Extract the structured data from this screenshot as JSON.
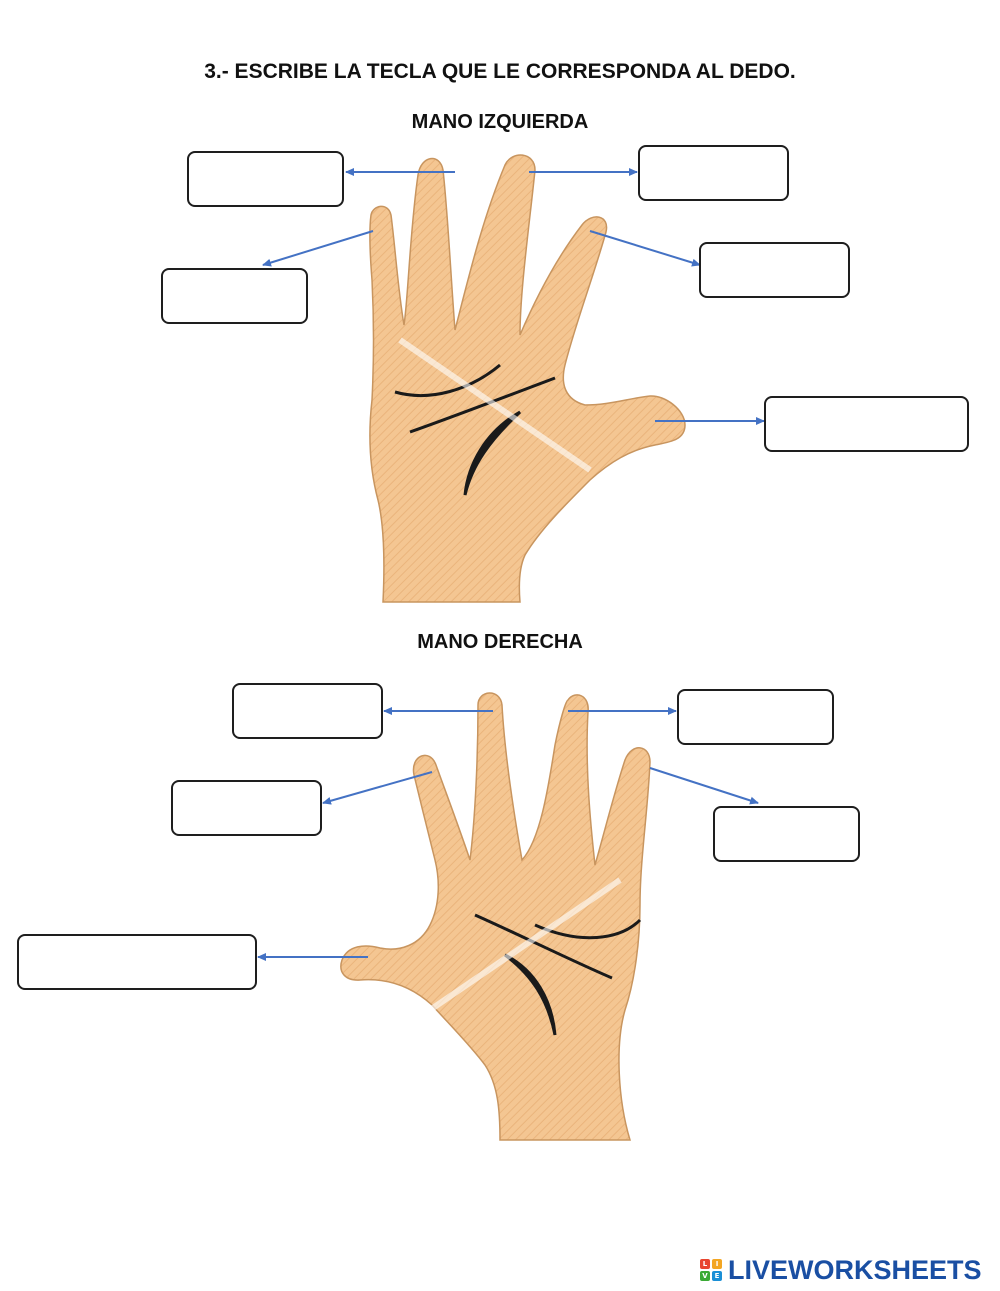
{
  "worksheet": {
    "title": "3.- ESCRIBE LA TECLA QUE LE CORRESPONDA AL DEDO.",
    "left_hand_label": "MANO IZQUIERDA",
    "right_hand_label": "MANO DERECHA"
  },
  "answers": {
    "left_index": "",
    "left_middle": "",
    "left_ring": "",
    "left_pinky": "",
    "left_thumb": "",
    "right_index": "",
    "right_middle": "",
    "right_ring": "",
    "right_pinky": "",
    "right_thumb": ""
  },
  "colors": {
    "skin": "#f4c692",
    "skin_shade": "#e3a970",
    "skin_outline": "#c8955f",
    "palm_line": "#1a1a1a",
    "arrow": "#4472c4",
    "box_border": "#1e1e1e",
    "brand_blue": "#1a4fa3"
  },
  "branding": {
    "logo_text": "LIVEWORKSHEETS",
    "logo_letters": [
      "L",
      "I",
      "V",
      "E"
    ],
    "logo_colors": [
      "#e8452f",
      "#f3a623",
      "#3aaa35",
      "#1a8fd6"
    ]
  }
}
